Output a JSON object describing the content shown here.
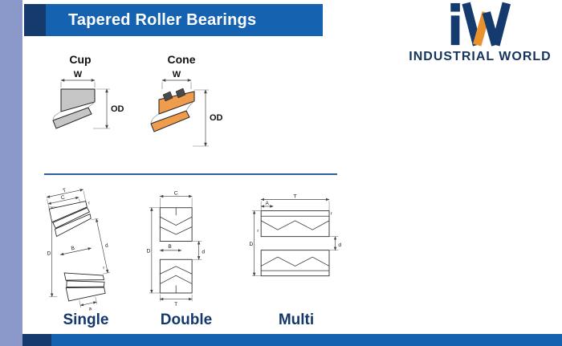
{
  "header": {
    "title": "Tapered Roller Bearings"
  },
  "logo": {
    "brand": "INDUSTRIAL WORLD",
    "monogram": "iW"
  },
  "component_diagrams": {
    "cup": {
      "label": "Cup",
      "width_dim": "W",
      "outer_dim": "OD"
    },
    "cone": {
      "label": "Cone",
      "width_dim": "W",
      "outer_dim": "OD"
    }
  },
  "bearing_types": {
    "single": {
      "label": "Single",
      "dims": {
        "T": "T",
        "C": "C",
        "B": "B",
        "D": "D",
        "d": "d",
        "a": "a",
        "r_top": "r",
        "r_bottom": "r"
      }
    },
    "double": {
      "label": "Double",
      "dims": {
        "C": "C",
        "B": "B",
        "D": "D",
        "d": "d",
        "T": "T"
      }
    },
    "multi": {
      "label": "Multi",
      "dims": {
        "T": "T",
        "A": "A",
        "D": "D",
        "d": "d",
        "r_right": "r",
        "r_left": "r"
      }
    }
  },
  "colors": {
    "header_blue": "#1562b0",
    "accent_navy": "#143a6e",
    "side_strip": "#8a99ca",
    "cone_orange": "#ef9d4d",
    "cup_gray": "#c6c6c6",
    "label_navy": "#14386b"
  }
}
